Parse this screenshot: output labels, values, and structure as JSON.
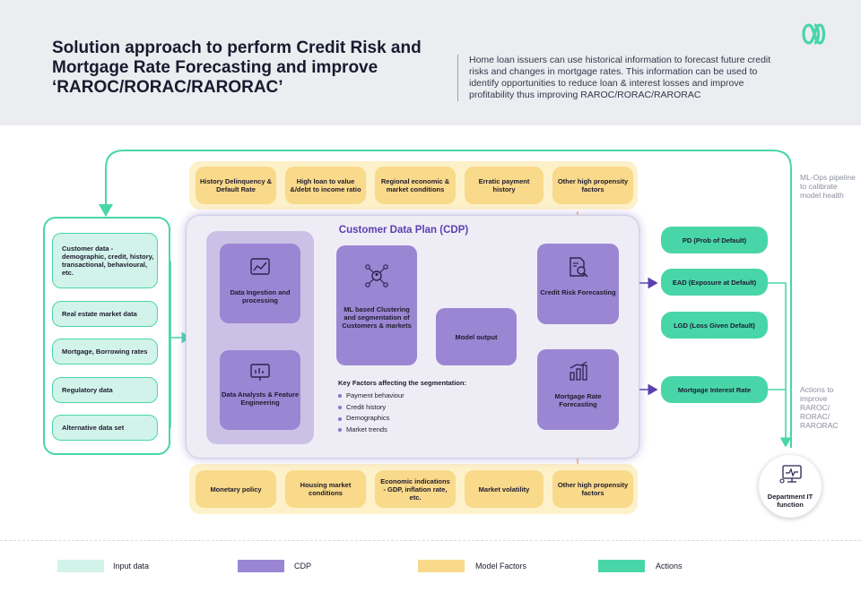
{
  "header": {
    "title": "Solution approach to perform Credit Risk and Mortgage Rate Forecasting and improve ‘RAROC/RORAC/RARORAC’",
    "description": "Home loan issuers can use historical information to forecast future credit risks and changes in mortgage rates. This information can be used to identify opportunities to reduce loan & interest losses and improve profitability thus improving RAROC/RORAC/RARORAC",
    "logo_icon": "infinity-loop-logo-icon"
  },
  "inputs": [
    "Customer data - demographic, credit, history, transactional, behavioural, etc.",
    "Real estate market data",
    "Mortgage, Borrowing rates",
    "Regulatory data",
    "Alternative data set"
  ],
  "top_factors": [
    "History Delinquency & Default Rate",
    "High loan to value &/debt to income ratio",
    "Regional economic & market conditions",
    "Erratic payment history",
    "Other high propensity factors"
  ],
  "bottom_factors": [
    "Monetary policy",
    "Housing market conditions",
    "Economic indications - GDP, inflation rate, etc.",
    "Market volatility",
    "Other high propensity factors"
  ],
  "cdp": {
    "title": "Customer Data Plan (CDP)",
    "ingestion": "Data Ingestion and processing",
    "analysts": "Data Analysts & Feature Engineering",
    "ml": "ML based Clustering and segmentation of Customers & markets",
    "model_output": "Model output",
    "credit_risk": "Credit Risk Forecasting",
    "mortgage_rate": "Mortgage Rate Forecasting",
    "key_factors_title": "Key Factors affecting the segmentation:",
    "key_factors": [
      "Payment behaviour",
      "Credit history",
      "Demographics",
      "Market trends"
    ]
  },
  "actions": [
    "PD (Prob of Default)",
    "EAD (Exposure at Default)",
    "LGD (Loss Given Default)",
    "Mortgage Interest Rate"
  ],
  "side_notes": {
    "mlops": "ML-Ops pipeline to calibrate model health",
    "improve": "Actions to improve RAROC/ RORAC/ RARORAC"
  },
  "department": "Department IT function",
  "legend": [
    {
      "label": "Input data",
      "color": "#d2f3ea"
    },
    {
      "label": "CDP",
      "color": "#9b86d3"
    },
    {
      "label": "Model Factors",
      "color": "#f9d98a"
    },
    {
      "label": "Actions",
      "color": "#48d6a8"
    }
  ],
  "colors": {
    "green": "#48d6a8",
    "purple": "#5b3fb0",
    "orange": "#f4b26a"
  }
}
